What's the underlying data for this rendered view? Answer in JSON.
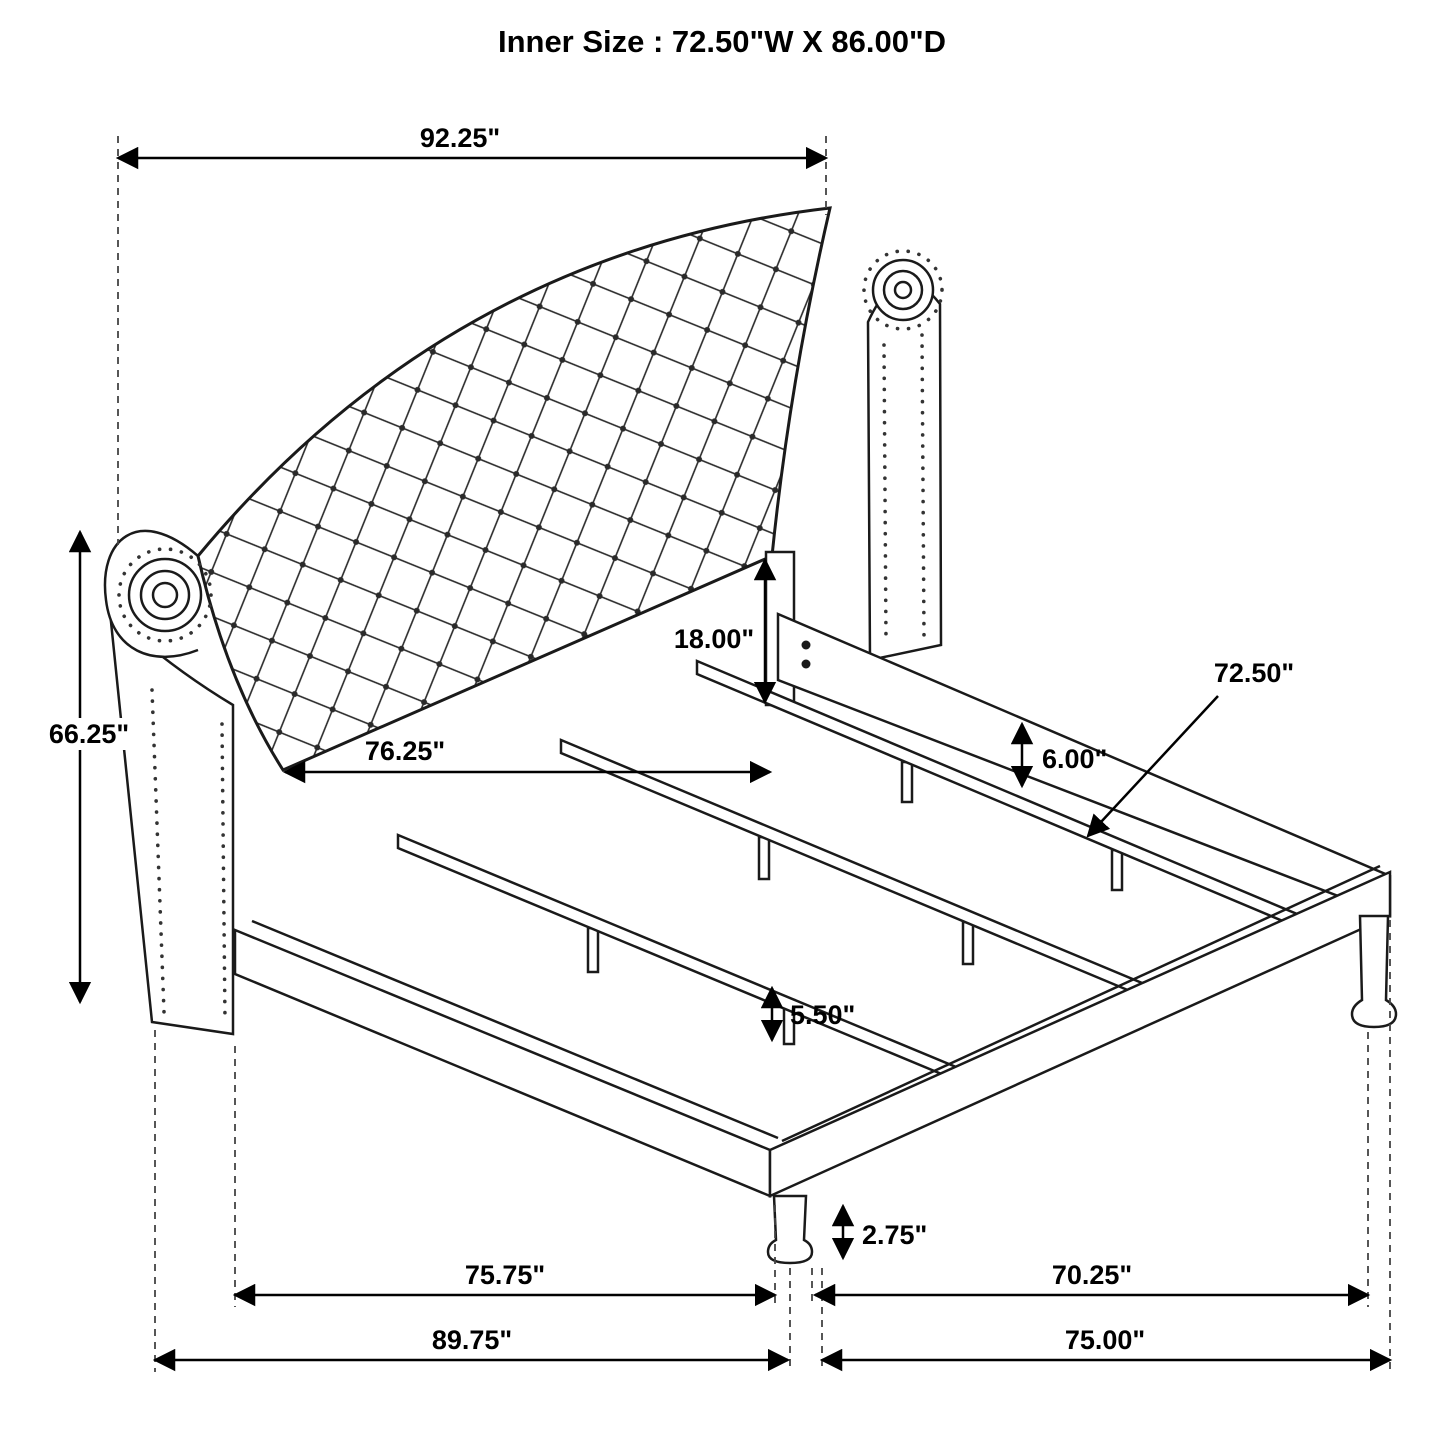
{
  "title": "Inner Size : 72.50\"W X 86.00\"D",
  "labels": {
    "overall_width_top": "92.25\"",
    "headboard_height": "66.25\"",
    "headboard_rail_gap": "18.00\"",
    "side_rail_height": "6.00\"",
    "slat_length": "72.50\"",
    "headboard_inner_width": "76.25\"",
    "center_support_height": "5.50\"",
    "foot_height": "2.75\"",
    "inner_length_front": "75.75\"",
    "length_to_foot": "70.25\"",
    "overall_width_bottom": "89.75\"",
    "overall_depth": "75.00\""
  },
  "colors": {
    "line": "#1a1a1a",
    "dash": "#444444",
    "text": "#000000",
    "background": "#ffffff"
  }
}
